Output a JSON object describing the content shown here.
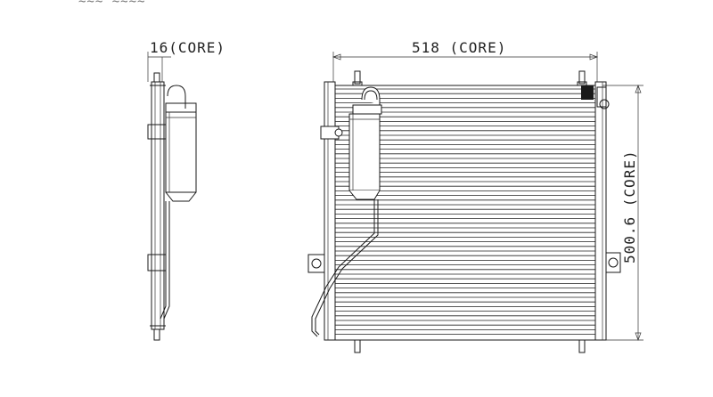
{
  "drawing": {
    "top_fragment": "~~~ ~~~~",
    "side_view": {
      "depth_label": "16(CORE)"
    },
    "front_view": {
      "width_label": "518 (CORE)",
      "height_label": "500.6 (CORE)"
    }
  }
}
